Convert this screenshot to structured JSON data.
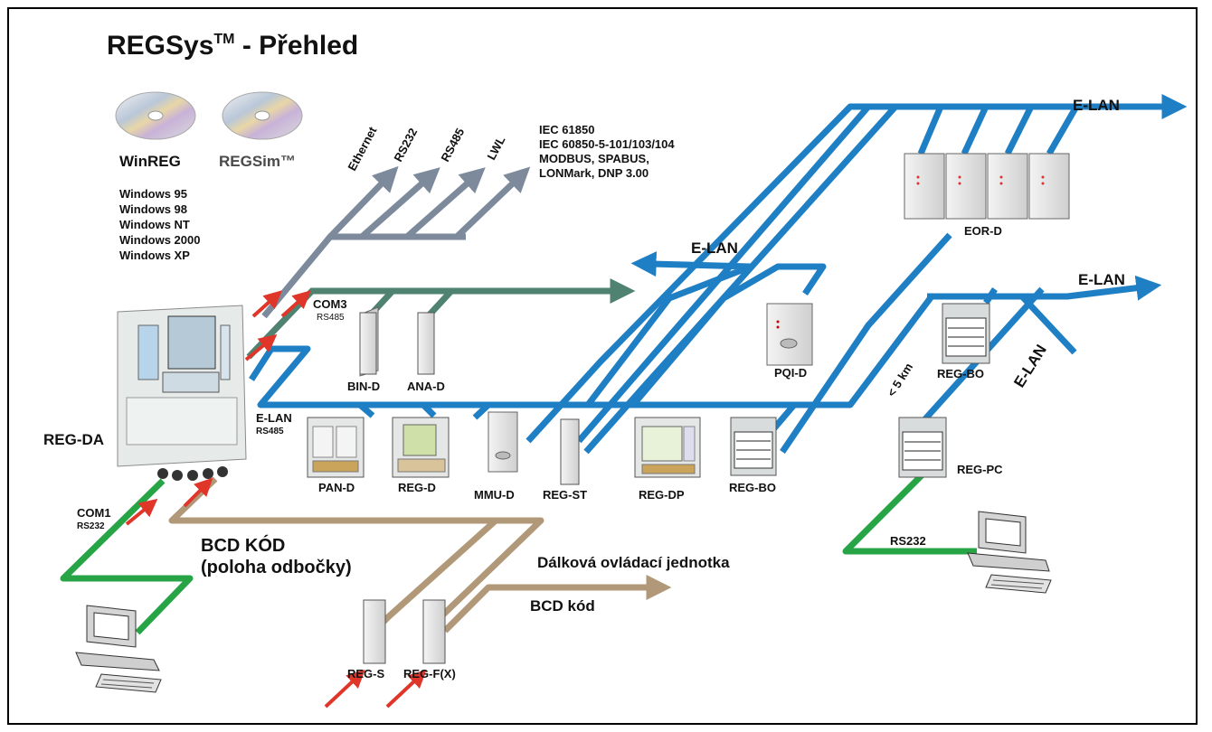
{
  "title": {
    "main": "REGSys",
    "tm": "TM",
    "rest": " - Přehled"
  },
  "software": {
    "winreg": "WinREG",
    "regsim": "REGSim™",
    "os": [
      "Windows 95",
      "Windows 98",
      "Windows NT",
      "Windows 2000",
      "Windows XP"
    ]
  },
  "interfaces": {
    "ports": [
      "Ethernet",
      "RS232",
      "RS485",
      "LWL"
    ],
    "protocols": [
      "IEC 61850",
      "IEC 60850-5-101/103/104",
      "MODBUS, SPABUS,",
      "LONMark, DNP 3.00"
    ]
  },
  "labels": {
    "com3": "COM3",
    "com3_sub": "RS485",
    "elan_bus": "E-LAN",
    "elan_bus_sub": "RS485",
    "com1": "COM1",
    "com1_sub": "RS232",
    "reg_da": "REG-DA",
    "elan_top": "E-LAN",
    "elan_mid": "E-LAN",
    "elan_right": "E-LAN",
    "elan_diag": "E-LAN",
    "distance": "< 5 km",
    "rs232_right": "RS232",
    "bcd_title1": "BCD KÓD",
    "bcd_title2": "(poloha odbočky)",
    "remote": "Dálková ovládací jednotka",
    "bcd_code": "BCD kód"
  },
  "devices": {
    "bin_d": "BIN-D",
    "ana_d": "ANA-D",
    "pqi_d": "PQI-D",
    "eor_d": "EOR-D",
    "pan_d": "PAN-D",
    "reg_d": "REG-D",
    "mmu_d": "MMU-D",
    "reg_st": "REG-ST",
    "reg_dp": "REG-DP",
    "reg_bo": "REG-BO",
    "reg_bo2": "REG-BO",
    "reg_pc": "REG-PC",
    "reg_s": "REG-S",
    "reg_fx": "REG-F(X)"
  },
  "colors": {
    "blue": "#1f7fc4",
    "gray": "#7d8a9c",
    "teal": "#4f8270",
    "brown": "#b09878",
    "green": "#27a546",
    "red": "#e0362a"
  }
}
